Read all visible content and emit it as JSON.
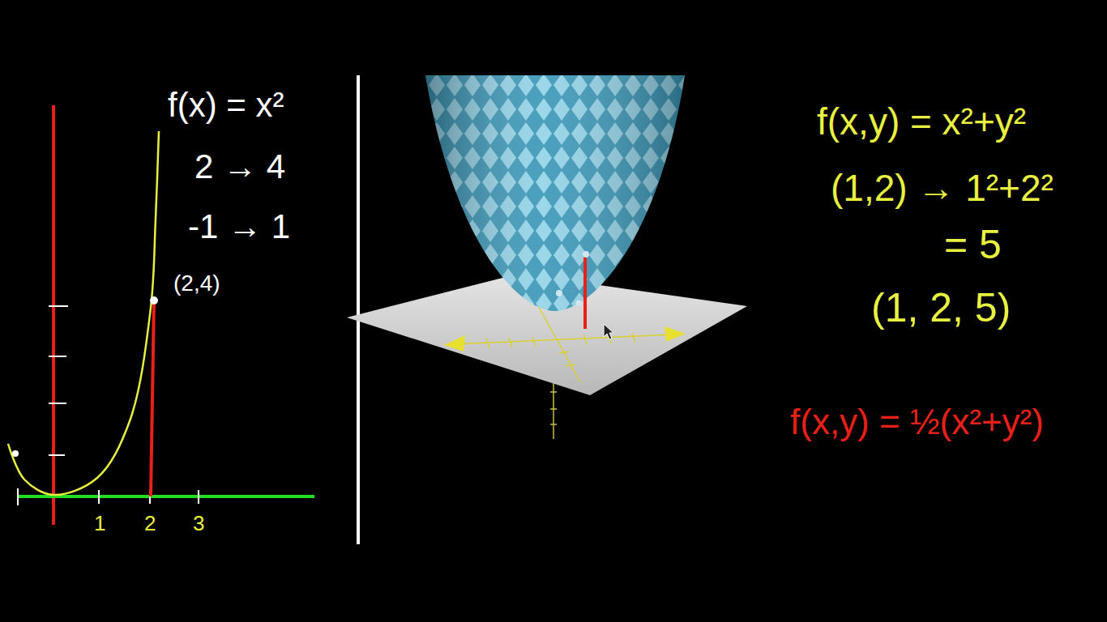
{
  "diagram": {
    "labels": [
      "f(x) = x²",
      "2 → 4",
      "-1 → 1",
      "(2,4)",
      "1",
      "2",
      "3",
      "f(x,y) = x²+y²",
      "(1,2) → 1²+2²",
      "= 5",
      "(1, 2, 5)",
      "f(x,y) = ½(x²+y²)"
    ]
  }
}
